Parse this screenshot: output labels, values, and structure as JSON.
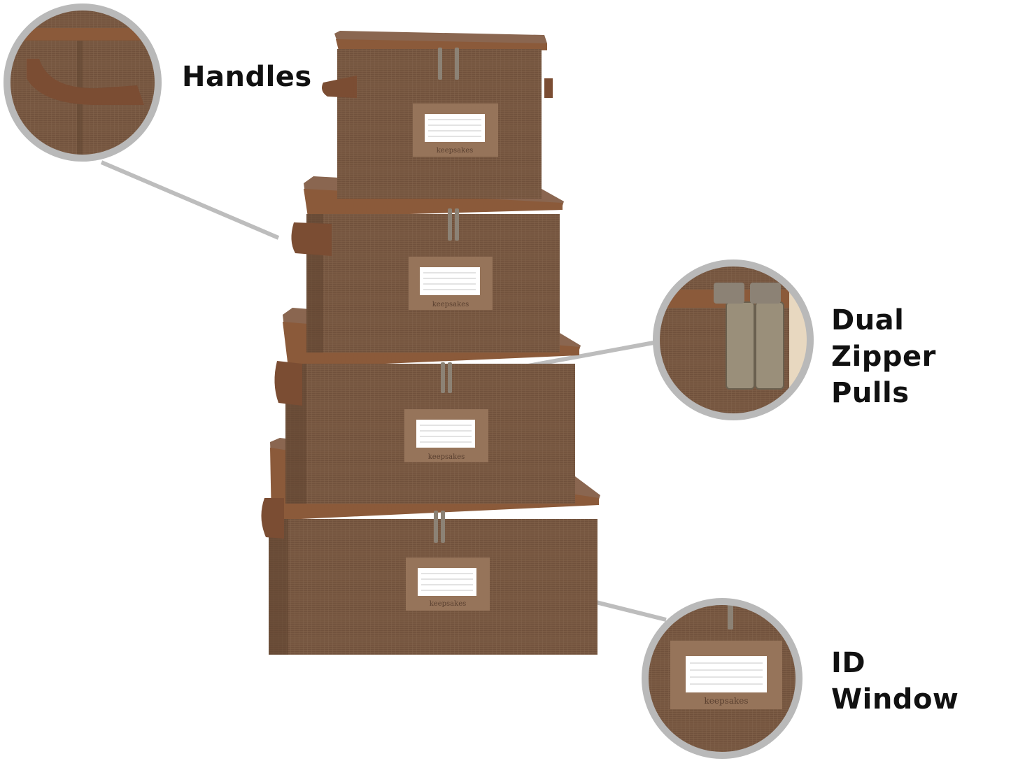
{
  "brand_mark": "keepsakes",
  "colors": {
    "fabric": "#7a5a43",
    "fabric_dark": "#5e432f",
    "trim": "#8a5a3a",
    "handle": "#7b4d33",
    "label_frame": "#96745a",
    "zipper_metal": "#8c8275",
    "callout_ring": "#b9b9b9",
    "connector_line": "#bdbdbd"
  },
  "callouts": [
    {
      "id": "handles",
      "label_lines": [
        "Handles"
      ],
      "icon": "handle-closeup"
    },
    {
      "id": "dual-zipper-pulls",
      "label_lines": [
        "Dual Zipper",
        "Pulls"
      ],
      "icon": "zipper-closeup"
    },
    {
      "id": "id-window",
      "label_lines": [
        "ID",
        "Window"
      ],
      "icon": "id-window-closeup"
    }
  ]
}
